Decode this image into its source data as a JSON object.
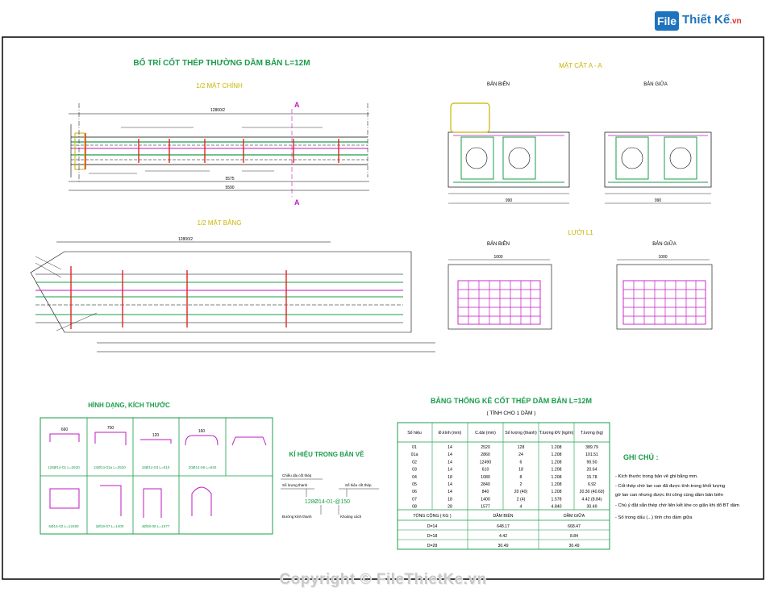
{
  "logo": {
    "badge": "File",
    "brand": "Thiết Kế",
    "tld": ".vn"
  },
  "copyright": "Copyright © FileThietKe.vn",
  "titles": {
    "main": "BỐ TRÍ CỐT THÉP THƯỜNG DẦM BẢN L=12M",
    "half_elevation": "1/2 MẶT CHÍNH",
    "half_plan": "1/2 MẶT BẰNG",
    "section_aa": "MẶT CẮT A - A",
    "section_edge": "BẢN BIÊN",
    "section_mid": "BẢN GIỮA",
    "mesh": "LƯỚI L1",
    "mesh_edge": "BẢN BIÊN",
    "mesh_mid": "BẢN GIỮA",
    "shapes": "HÌNH DẠNG, KÍCH THƯỚC",
    "symbols": "KÍ HIỆU TRONG BẢN VẼ",
    "table": "BẢNG THỐNG KÊ CỐT THÉP DẦM BẢN L=12M",
    "table_sub": "( TÍNH CHO 1 DẦM )",
    "notes": "GHI CHÚ :"
  },
  "section_marker": "A",
  "dims": {
    "elev_top": "12800/2",
    "elev_b1": "5575",
    "elev_b2": "5590",
    "plan_top": "12800/2",
    "sec_w": "990",
    "mesh_w": "1000"
  },
  "symbol_example": "128Ø14-01-@150",
  "symbol_labels": [
    "Chiều dài cốt thép",
    "Số lượng thanh",
    "Đường kính thanh",
    "Khoảng cách",
    "Số hiệu cốt thép"
  ],
  "rebar_table": {
    "headers": [
      "Số hiệu",
      "Đ.kính (mm)",
      "C.dài (mm)",
      "Số lượng (thanh)",
      "T.lượng ĐV (kg/m)",
      "T.lượng (kg)"
    ],
    "rows": [
      [
        "01",
        "14",
        "2520",
        "128",
        "1.208",
        "389.79"
      ],
      [
        "01a",
        "14",
        "2860",
        "24",
        "1.208",
        "101.51"
      ],
      [
        "02",
        "14",
        "12490",
        "6",
        "1.208",
        "90.50"
      ],
      [
        "03",
        "14",
        "610",
        "18",
        "1.208",
        "20.64"
      ],
      [
        "04",
        "18",
        "1080",
        "8",
        "1.208",
        "15.78"
      ],
      [
        "05",
        "14",
        "2840",
        "2",
        "1.208",
        "6.92"
      ],
      [
        "06",
        "14",
        "840",
        "20 (40)",
        "1.208",
        "20.30 (40.60)"
      ],
      [
        "07",
        "18",
        "1400",
        "2 (4)",
        "1.578",
        "4.42 (8.84)"
      ],
      [
        "08",
        "28",
        "1577",
        "4",
        "4.840",
        "30.49"
      ]
    ],
    "total_label": "TỔNG CỘNG ( KG )",
    "total_headers": [
      "DẦM BIÊN",
      "DẦM GIỮA"
    ],
    "total_rows": [
      [
        "D=14",
        "648.17",
        "668.47"
      ],
      [
        "D=18",
        "4.42",
        "8.84"
      ],
      [
        "D=28",
        "30.49",
        "30.49"
      ]
    ]
  },
  "notes": [
    "- Kích thước trong bản vẽ ghi bằng mm.",
    "- Cốt thép chờ lan can đã được tính trong khối lượng",
    "  gờ lan can nhưng được thi công cùng dầm bản biên",
    "- Chú ý đặt sẵn thép chờ liên kết khe co giãn khi đổ BT dầm",
    "- Số trong dấu (...) tính cho dầm giữa"
  ],
  "shape_labels": [
    "128Ø14-01 L=2520",
    "24Ø14-01a L=2520",
    "18Ø14-03 L=610",
    "20Ø14-06 L=840",
    "6Ø14-02 L=12490",
    "2Ø18-07 L=1400",
    "4Ø28-08 L=1577"
  ],
  "shape_dims": [
    "660",
    "700",
    "120",
    "160"
  ]
}
